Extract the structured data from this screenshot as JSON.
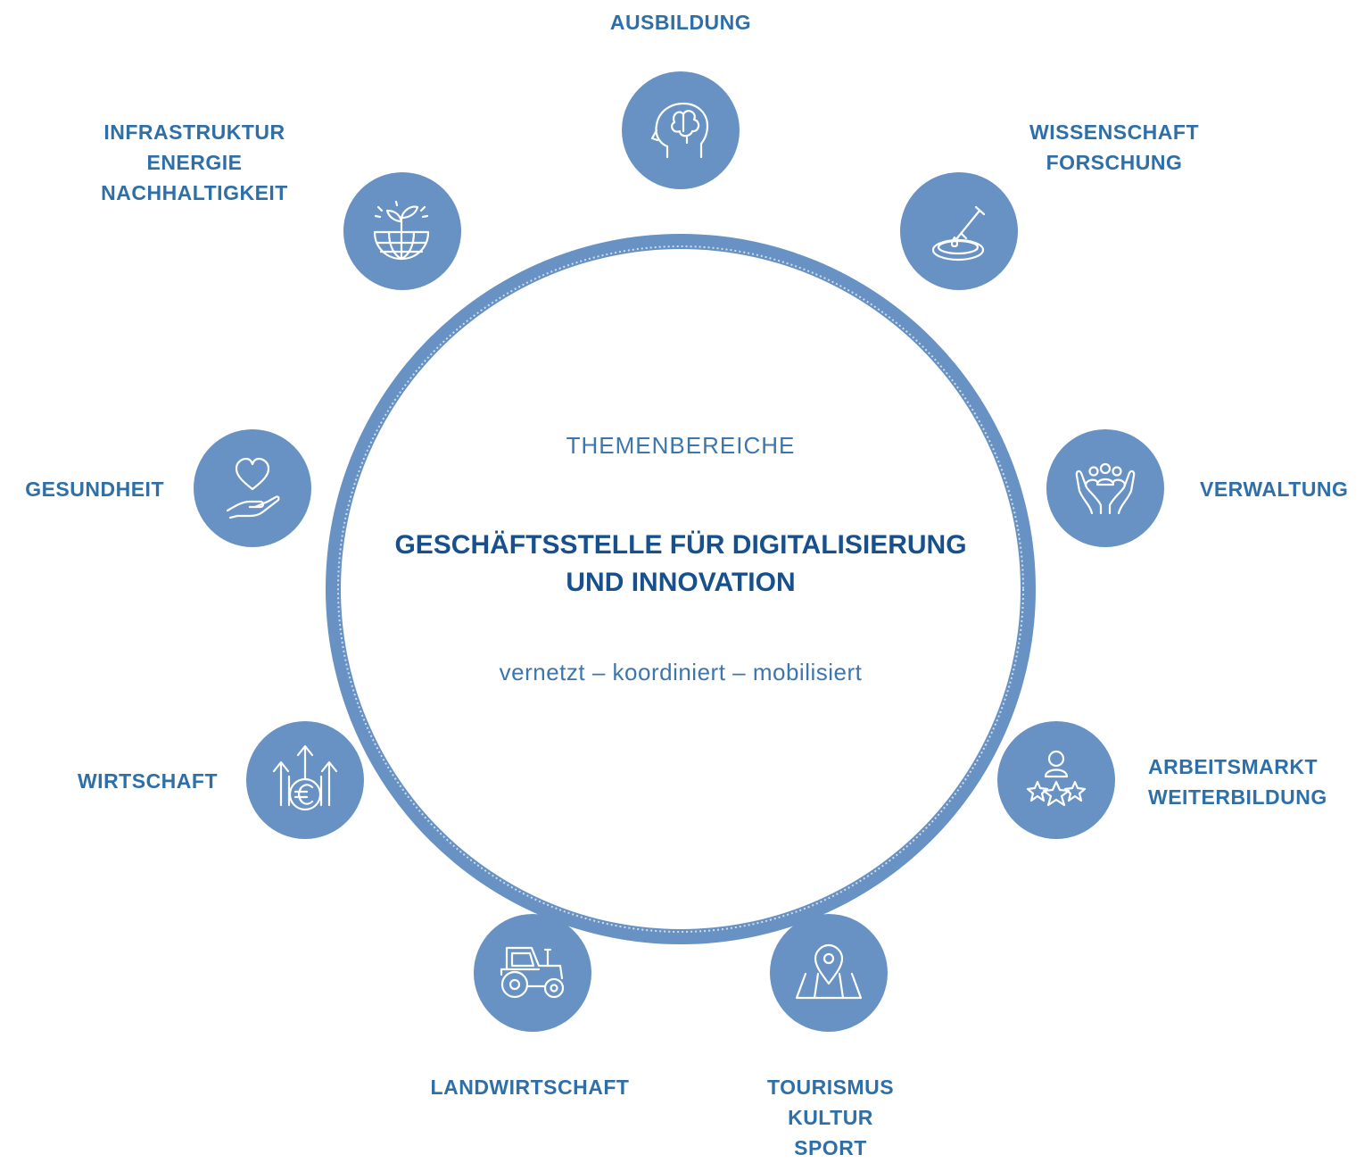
{
  "diagram": {
    "subtitle": "THEMENBEREICHE",
    "title_lines": [
      "GESCHÄFTSSTELLE FÜR DIGITALISIERUNG",
      "UND INNOVATION"
    ],
    "tagline": "vernetzt – koordiniert – mobilisiert",
    "colors": {
      "ring": "#6792c3",
      "label": "#2f6fa8",
      "title": "#17508d",
      "icon_stroke": "#ffffff"
    },
    "topics": [
      {
        "lines": [
          "AUSBILDUNG"
        ],
        "icon": "brain-head-icon"
      },
      {
        "lines": [
          "WISSENSCHAFT",
          "FORSCHUNG"
        ],
        "icon": "pipette-petri-dish-icon"
      },
      {
        "lines": [
          "VERWALTUNG"
        ],
        "icon": "hands-people-icon"
      },
      {
        "lines": [
          "ARBEITSMARKT",
          "WEITERBILDUNG"
        ],
        "icon": "person-stars-icon"
      },
      {
        "lines": [
          "TOURISMUS",
          "KULTUR",
          "SPORT"
        ],
        "icon": "map-pin-icon"
      },
      {
        "lines": [
          "LANDWIRTSCHAFT"
        ],
        "icon": "tractor-icon"
      },
      {
        "lines": [
          "WIRTSCHAFT"
        ],
        "icon": "euro-growth-icon"
      },
      {
        "lines": [
          "GESUNDHEIT"
        ],
        "icon": "heart-hand-icon"
      },
      {
        "lines": [
          "INFRASTRUKTUR",
          "ENERGIE",
          "NACHHALTIGKEIT"
        ],
        "icon": "globe-sprout-icon"
      }
    ]
  }
}
